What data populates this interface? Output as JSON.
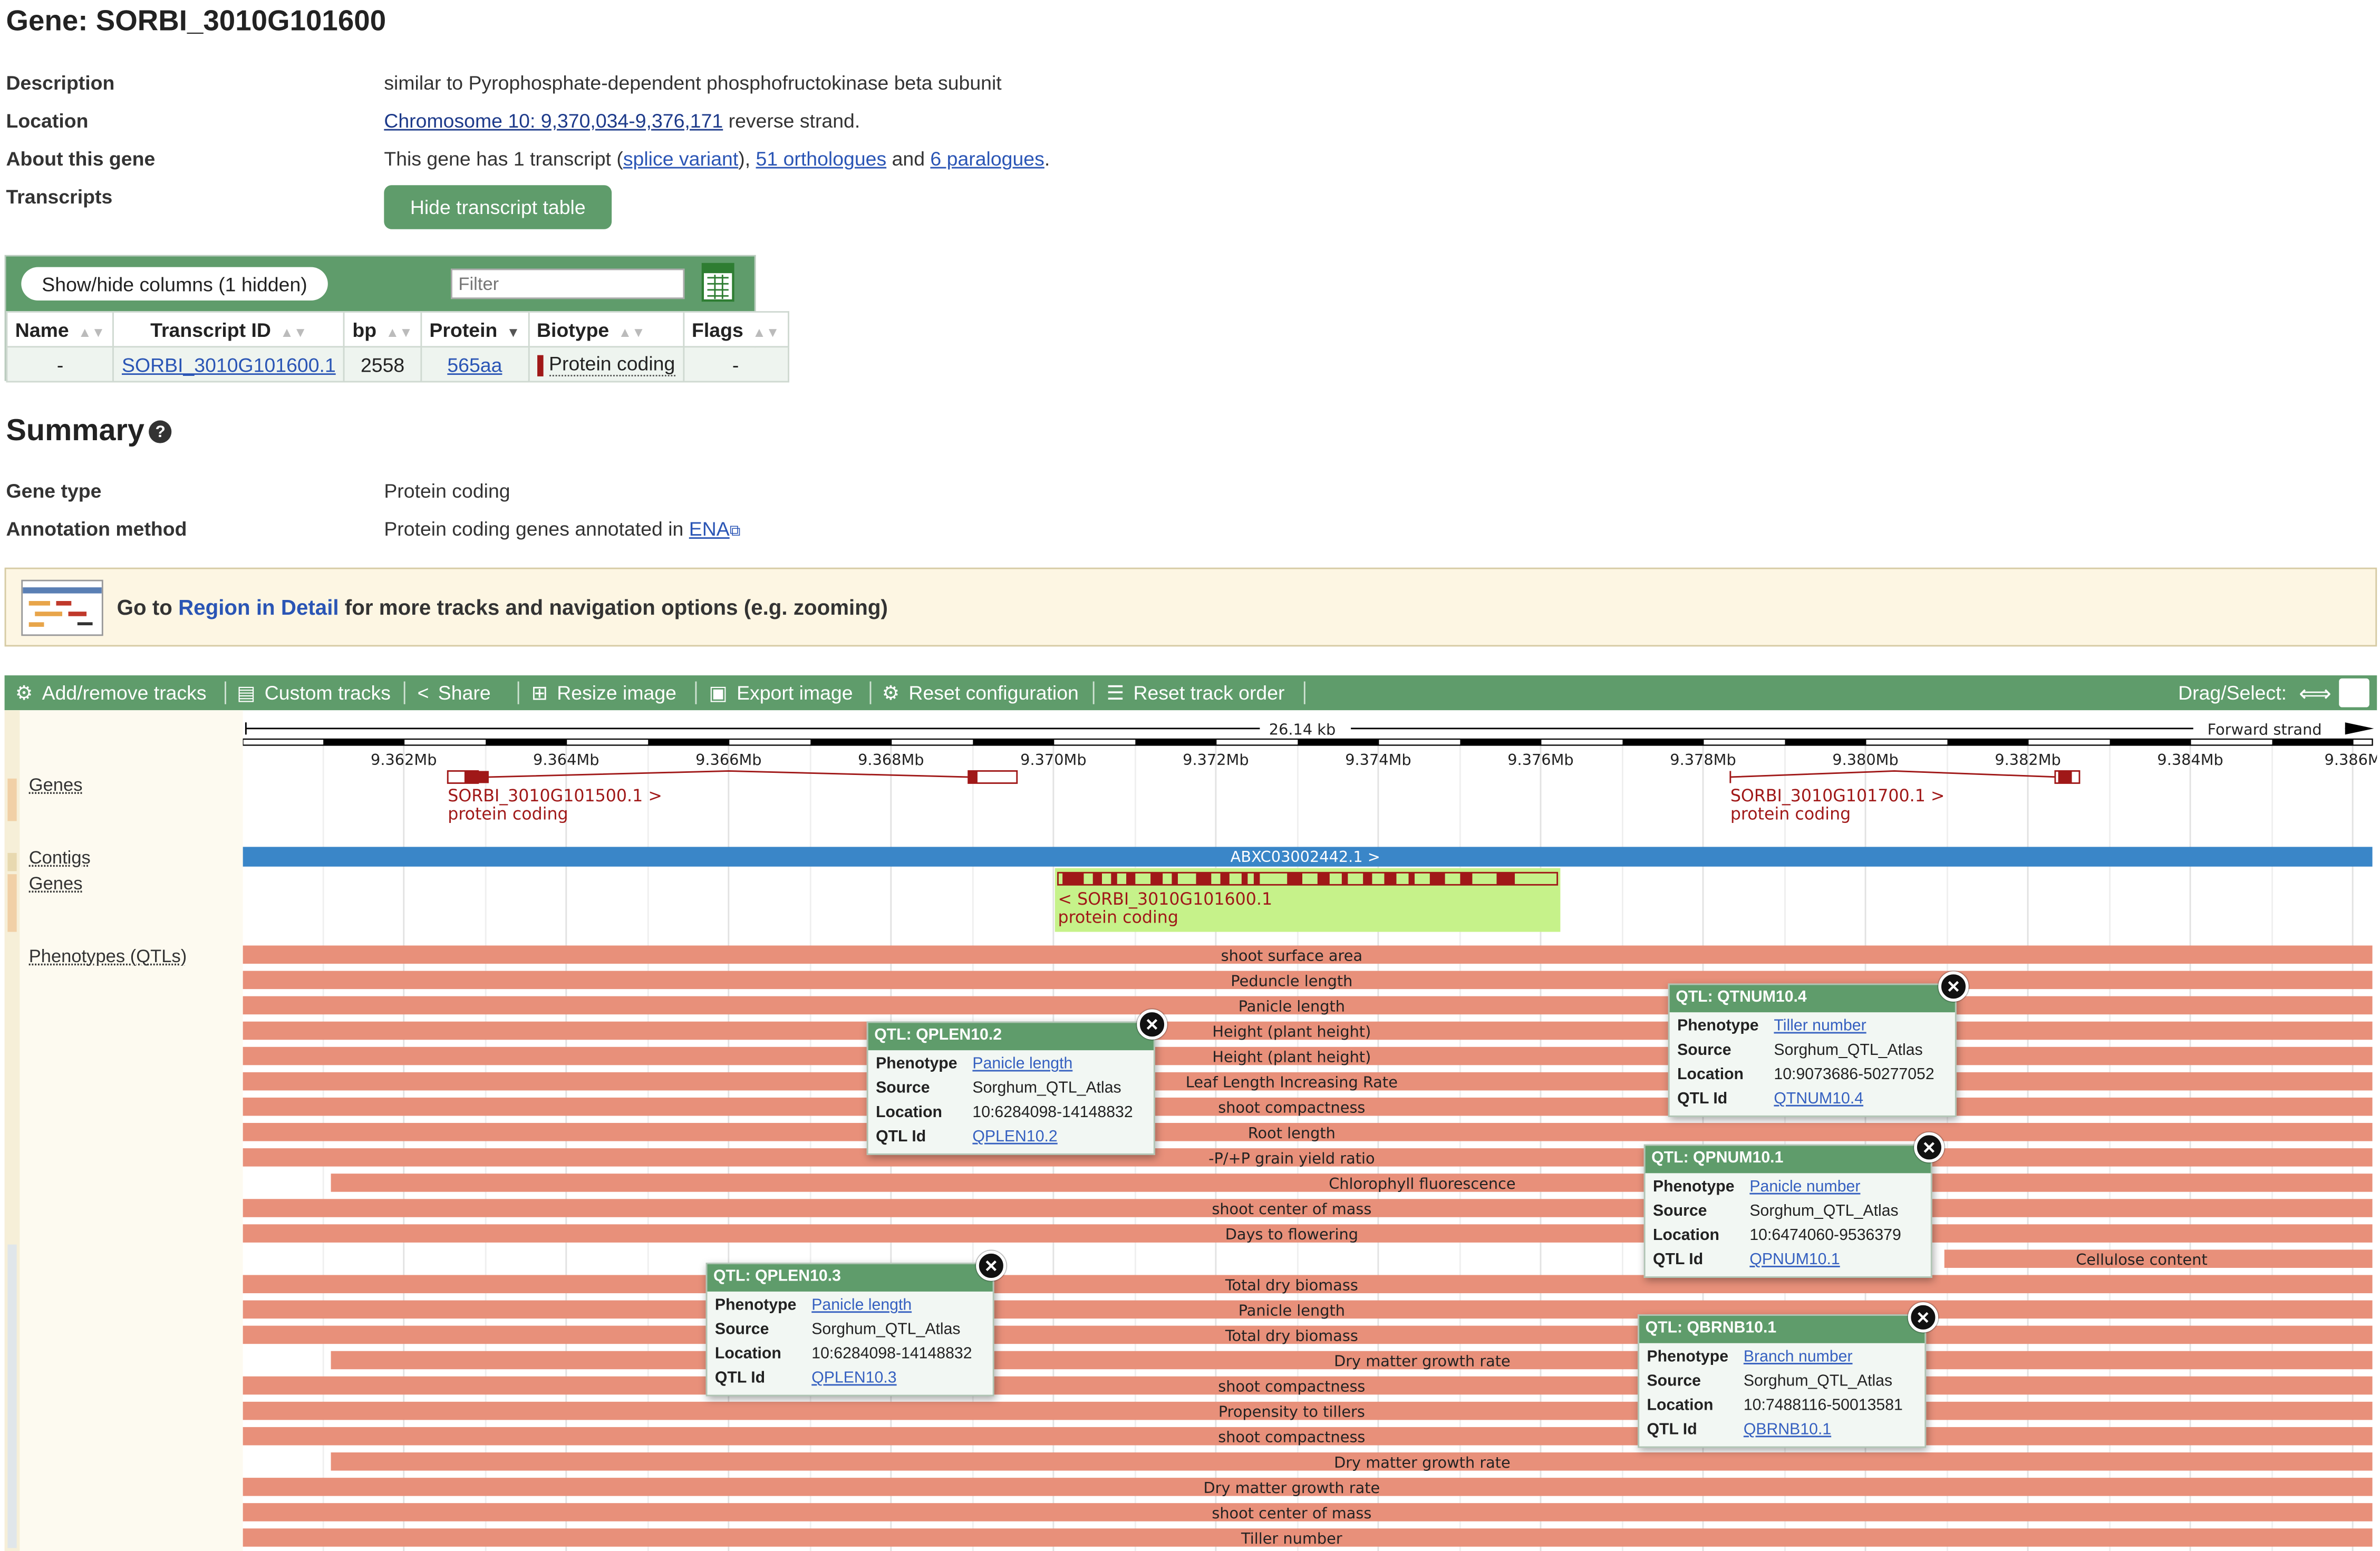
{
  "page": {
    "title": "Gene: SORBI_3010G101600",
    "info": {
      "description_label": "Description",
      "description": "similar to Pyrophosphate-dependent phosphofructokinase beta subunit",
      "location_label": "Location",
      "location_link": "Chromosome 10: 9,370,034-9,376,171",
      "location_suffix": " reverse strand.",
      "about_label": "About this gene",
      "about_pre": "This gene has 1 transcript (",
      "about_splice": "splice variant",
      "about_mid": "), ",
      "about_orthologues": "51 orthologues",
      "about_and": " and ",
      "about_paralogues": "6 paralogues",
      "about_end": ".",
      "transcripts_label": "Transcripts",
      "hide_button": "Hide transcript table"
    }
  },
  "transcript_table": {
    "show_hide": "Show/hide columns (1 hidden)",
    "filter_placeholder": "Filter",
    "columns": [
      "Name",
      "Transcript ID",
      "bp",
      "Protein",
      "Biotype",
      "Flags"
    ],
    "row": {
      "name": "-",
      "transcript_id": "SORBI_3010G101600.1",
      "bp": "2558",
      "protein": "565aa",
      "biotype": "Protein coding",
      "flags": "-"
    }
  },
  "summary": {
    "heading": "Summary",
    "gene_type_label": "Gene type",
    "gene_type": "Protein coding",
    "annotation_label": "Annotation method",
    "annotation_text": "Protein coding genes annotated in ",
    "annotation_link": "ENA"
  },
  "goto": {
    "pre": "Go to ",
    "link": "Region in Detail",
    "post": " for more tracks and navigation options (e.g. zooming)"
  },
  "toolbar": {
    "add_remove": "Add/remove tracks",
    "custom": "Custom tracks",
    "share": "Share",
    "resize": "Resize image",
    "export": "Export image",
    "reset_config": "Reset configuration",
    "reset_order": "Reset track order",
    "drag_select": "Drag/Select:"
  },
  "browser": {
    "track_labels": {
      "genes": "Genes",
      "contigs": "Contigs",
      "genes2": "Genes",
      "phenotypes": "Phenotypes (QTLs)"
    },
    "scale_label": "26.14 kb",
    "strand_label": "Forward strand",
    "ticks": [
      "9.362Mb",
      "9.364Mb",
      "9.366Mb",
      "9.368Mb",
      "9.370Mb",
      "9.372Mb",
      "9.374Mb",
      "9.376Mb",
      "9.378Mb",
      "9.380Mb",
      "9.382Mb",
      "9.384Mb",
      "9.386M"
    ],
    "gene_left_name": "SORBI_3010G101500.1 >",
    "gene_left_type": "protein coding",
    "gene_right_name": "SORBI_3010G101700.1 >",
    "gene_right_type": "protein coding",
    "contig_label": "ABXC03002442.1 >",
    "gene_main_name": "< SORBI_3010G101600.1",
    "gene_main_type": "protein coding",
    "qtl_rows": [
      "shoot surface area",
      "Peduncle length",
      "Panicle length",
      "Height (plant height)",
      "Height (plant height)",
      "Leaf Length Increasing Rate",
      "shoot compactness",
      "Root length",
      "-P/+P grain yield ratio",
      "Chlorophyll fluorescence",
      "shoot center of mass",
      "Days to flowering",
      "Cellulose content",
      "Total dry biomass",
      "Panicle length",
      "Total dry biomass",
      "Dry matter growth rate",
      "shoot compactness",
      "Propensity to tillers",
      "shoot compactness",
      "Dry matter growth rate",
      "Dry matter growth rate",
      "shoot center of mass",
      "Tiller number"
    ]
  },
  "popups": [
    {
      "title": "QTL: QPLEN10.2",
      "phenotype": "Panicle length",
      "source": "Sorghum_QTL_Atlas",
      "location": "10:6284098-14148832",
      "qtl_id": "QPLEN10.2"
    },
    {
      "title": "QTL: QTNUM10.4",
      "phenotype": "Tiller number",
      "source": "Sorghum_QTL_Atlas",
      "location": "10:9073686-50277052",
      "qtl_id": "QTNUM10.4"
    },
    {
      "title": "QTL: QPNUM10.1",
      "phenotype": "Panicle number",
      "source": "Sorghum_QTL_Atlas",
      "location": "10:6474060-9536379",
      "qtl_id": "QPNUM10.1"
    },
    {
      "title": "QTL: QPLEN10.3",
      "phenotype": "Panicle length",
      "source": "Sorghum_QTL_Atlas",
      "location": "10:6284098-14148832",
      "qtl_id": "QPLEN10.3"
    },
    {
      "title": "QTL: QBRNB10.1",
      "phenotype": "Branch number",
      "source": "Sorghum_QTL_Atlas",
      "location": "10:7488116-50013581",
      "qtl_id": "QBRNB10.1"
    }
  ],
  "popup_labels": {
    "phenotype": "Phenotype",
    "source": "Source",
    "location": "Location",
    "qtl_id": "QTL Id"
  },
  "colors": {
    "ensembl_green": "#5f9c6b",
    "qtl_salmon": "#e8907a",
    "gene_red": "#a01818",
    "contig_blue": "#3a86c8",
    "highlight_green": "#c6f28a"
  }
}
